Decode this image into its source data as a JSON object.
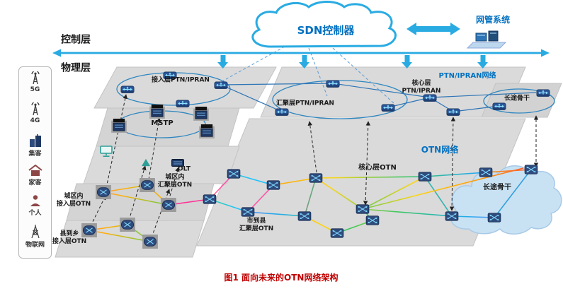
{
  "header": {
    "control_layer": "控制层",
    "physical_layer": "物理层",
    "sdn_controller": "SDN控制器",
    "nms": "网管系统"
  },
  "sidebar": {
    "items": [
      {
        "label": "5G",
        "icon": "antenna-5g-icon"
      },
      {
        "label": "4G",
        "icon": "antenna-4g-icon"
      },
      {
        "label": "集客",
        "icon": "building-icon"
      },
      {
        "label": "家客",
        "icon": "house-icon"
      },
      {
        "label": "个人",
        "icon": "person-icon"
      },
      {
        "label": "物联网",
        "icon": "tower-icon"
      }
    ]
  },
  "ptn": {
    "network": "PTN/IPRAN网络",
    "access": "接入层PTN/IPRAN",
    "aggregation": "汇聚层PTN/IPRAN",
    "core": "核心层\nPTN/IPRAN",
    "backbone": "长途骨干"
  },
  "legacy": {
    "mstp": "MSTP",
    "olt": "OLT"
  },
  "otn": {
    "network": "OTN网络",
    "core": "核心层OTN",
    "urban_aggregation": "城区内\n汇聚层OTN",
    "county_aggregation": "市到县\n汇聚层OTN",
    "urban_access": "城区内\n接入层OTN",
    "county_access": "县到乡\n接入层OTN",
    "backbone": "长途骨干"
  },
  "caption": "图1 面向未来的OTN网络架构",
  "colors": {
    "accent_blue": "#29ABE2",
    "label_blue": "#0070C0",
    "caption_red": "#C00000",
    "plane_gray": "#DADADA"
  }
}
